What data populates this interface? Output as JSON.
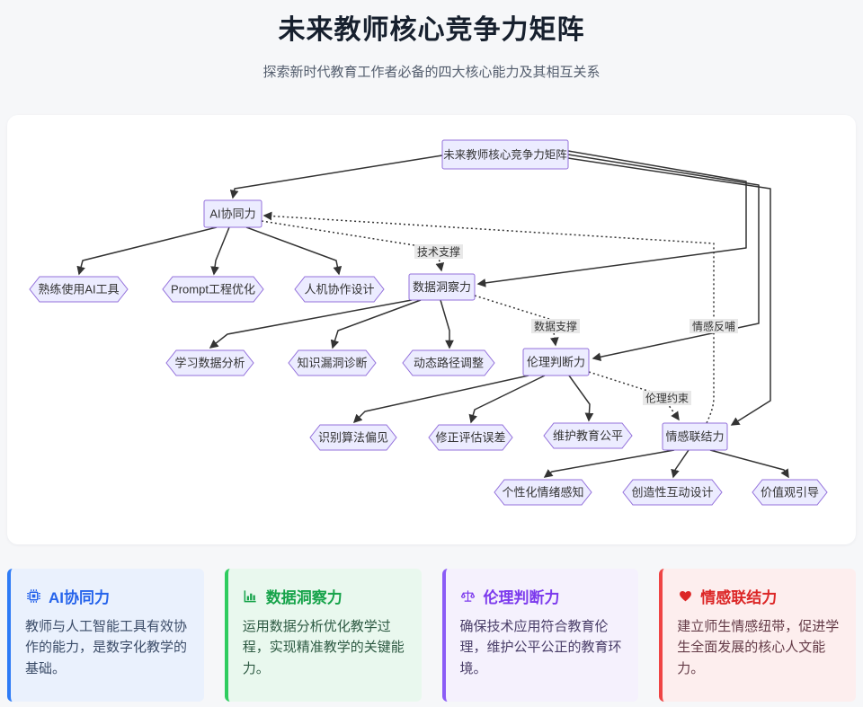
{
  "header": {
    "title": "未来教师核心竞争力矩阵",
    "subtitle": "探索新时代教育工作者必备的四大核心能力及其相互关系"
  },
  "diagram": {
    "root": "未来教师核心竞争力矩阵",
    "branches": {
      "ai": "AI协同力",
      "data": "数据洞察力",
      "ethics": "伦理判断力",
      "emotion": "情感联结力"
    },
    "leaves": {
      "ai1": "熟练使用AI工具",
      "ai2": "Prompt工程优化",
      "ai3": "人机协作设计",
      "d1": "学习数据分析",
      "d2": "知识漏洞诊断",
      "d3": "动态路径调整",
      "e1": "识别算法偏见",
      "e2": "修正评估误差",
      "e3": "维护教育公平",
      "m1": "个性化情绪感知",
      "m2": "创造性互动设计",
      "m3": "价值观引导"
    },
    "edge_labels": {
      "tech": "技术支撑",
      "data_support": "数据支撑",
      "ethics_constraint": "伦理约束",
      "emotion_feedback": "情感反哺"
    },
    "colors": {
      "node_fill": "#ECECFF",
      "node_border": "#9370DB",
      "edge": "#333333",
      "edge_label_bg": "#e8e8e8"
    }
  },
  "cards": [
    {
      "title": "AI协同力",
      "description": "教师与人工智能工具有效协作的能力，是数字化教学的基础。",
      "icon": "chip-icon",
      "accent": "#2f7cf6",
      "title_color": "#2563eb",
      "background": "#eaf1fd"
    },
    {
      "title": "数据洞察力",
      "description": "运用数据分析优化教学过程，实现精准教学的关键能力。",
      "icon": "bar-chart-icon",
      "accent": "#2fcc5f",
      "title_color": "#16a34a",
      "background": "#e9f8ee"
    },
    {
      "title": "伦理判断力",
      "description": "确保技术应用符合教育伦理，维护公平公正的教育环境。",
      "icon": "scale-icon",
      "accent": "#8b5cf6",
      "title_color": "#7c3aed",
      "background": "#f5f1fd"
    },
    {
      "title": "情感联结力",
      "description": "建立师生情感纽带，促进学生全面发展的核心人文能力。",
      "icon": "heart-icon",
      "accent": "#ef4444",
      "title_color": "#dc2626",
      "background": "#fdeeee"
    }
  ]
}
